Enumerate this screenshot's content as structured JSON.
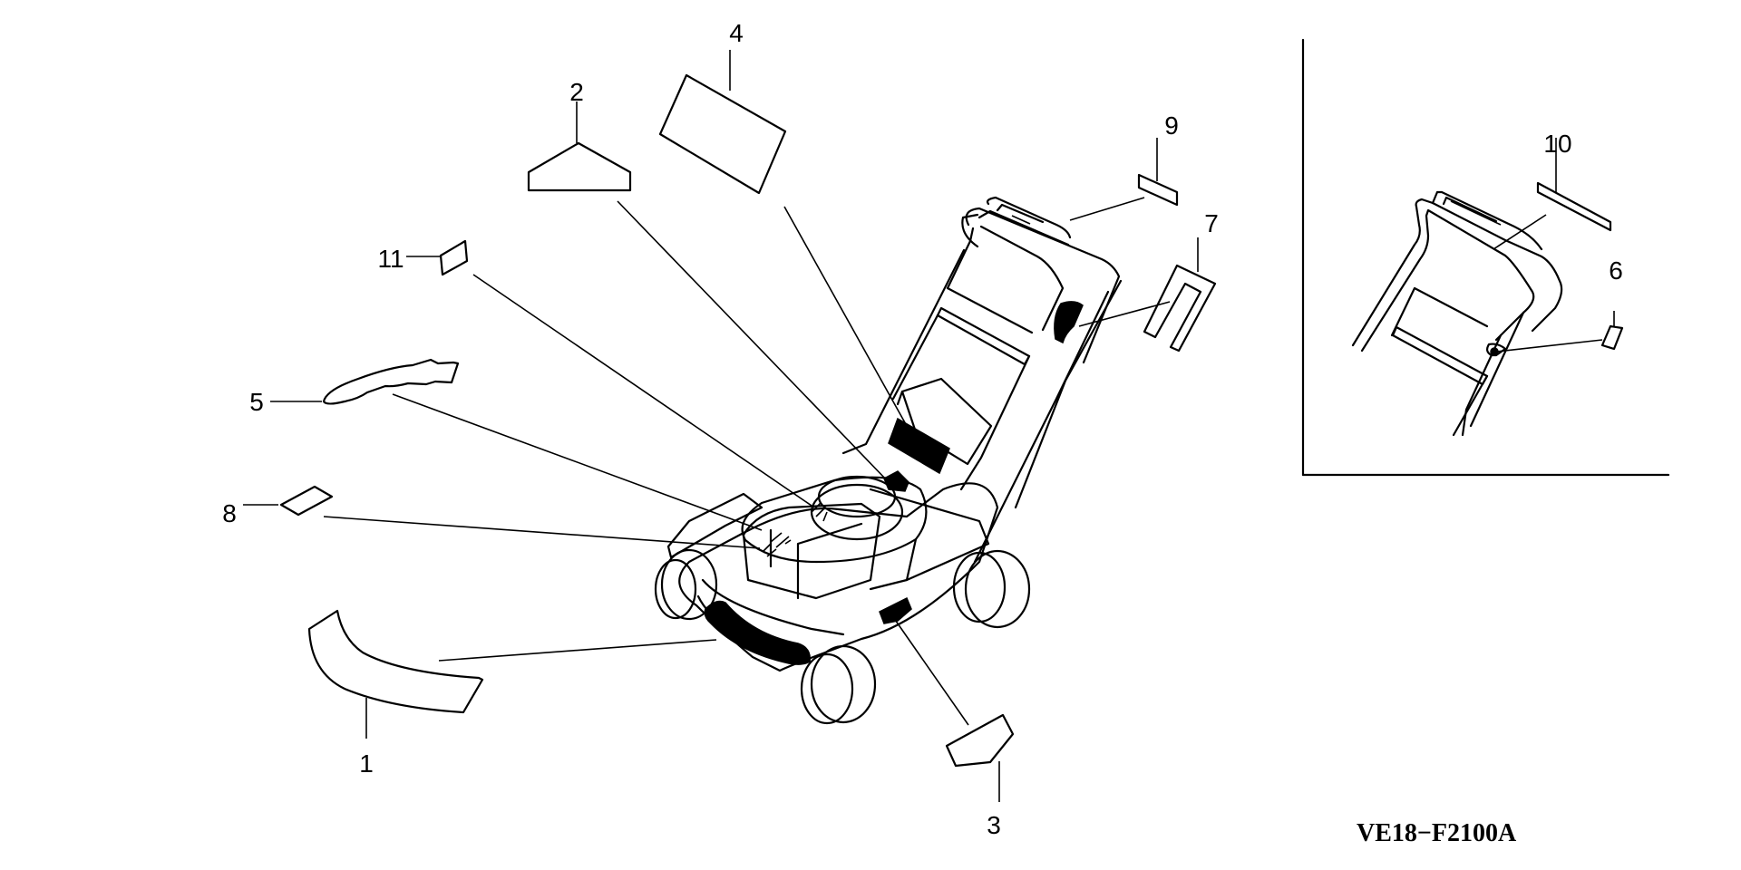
{
  "diagram": {
    "title": "Lawn mower labels / decals exploded view",
    "drawing_code": "VE18−F2100A",
    "callouts": [
      {
        "id": "1",
        "label": "1",
        "part": "front-deck-decal"
      },
      {
        "id": "2",
        "label": "2",
        "part": "engine-cover-mark"
      },
      {
        "id": "3",
        "label": "3",
        "part": "side-deck-mark"
      },
      {
        "id": "4",
        "label": "4",
        "part": "caution-label"
      },
      {
        "id": "5",
        "label": "5",
        "part": "engine-stripe-decal"
      },
      {
        "id": "6",
        "label": "6",
        "part": "handle-switch-label-inset"
      },
      {
        "id": "7",
        "label": "7",
        "part": "handle-lever-label"
      },
      {
        "id": "8",
        "label": "8",
        "part": "choke-label"
      },
      {
        "id": "9",
        "label": "9",
        "part": "handle-top-label"
      },
      {
        "id": "10",
        "label": "10",
        "part": "handle-top-label-inset"
      },
      {
        "id": "11",
        "label": "11",
        "part": "fuel-cap-label"
      }
    ]
  }
}
